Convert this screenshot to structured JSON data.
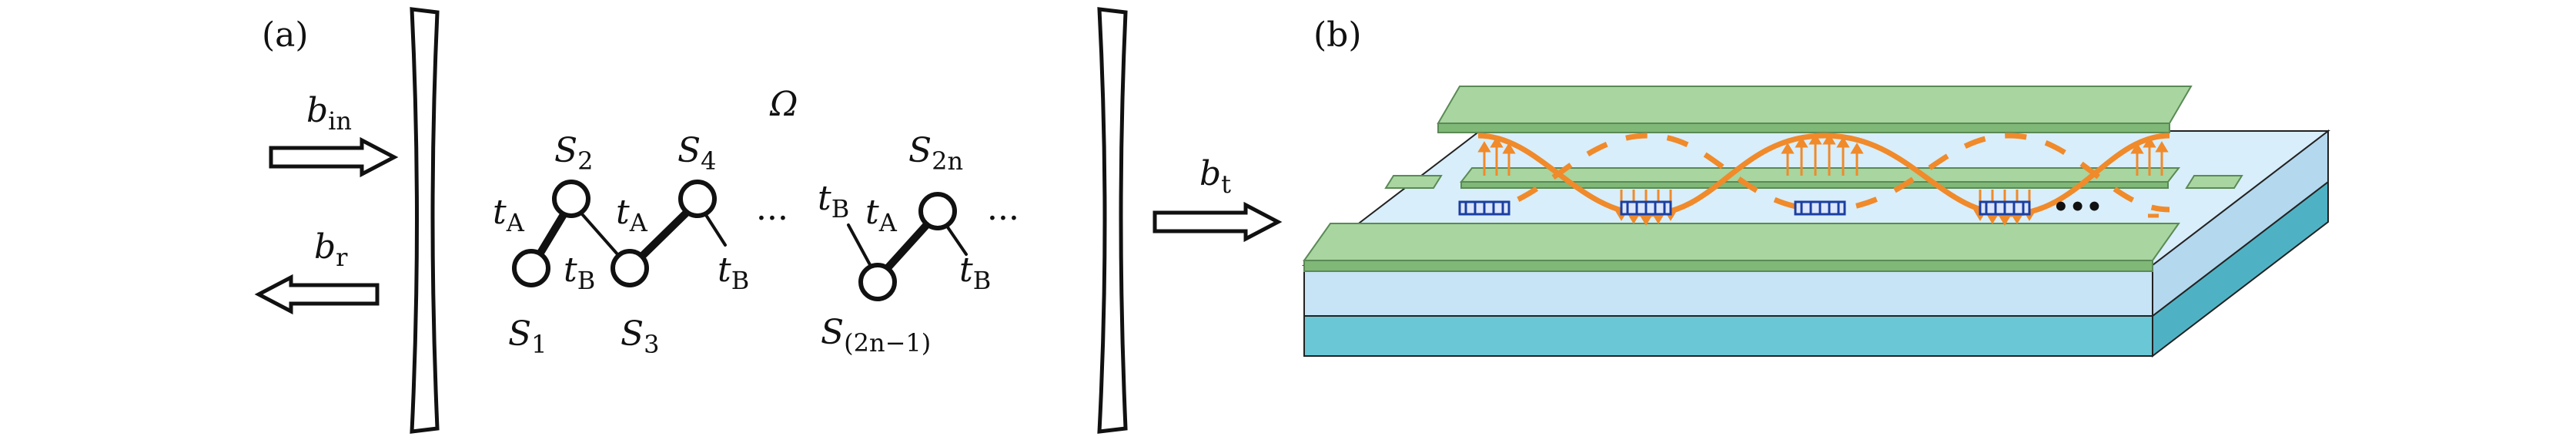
{
  "figure": {
    "panel_a": {
      "label": "(a)",
      "omega": "Ω",
      "inputs": {
        "b_in": {
          "base": "b",
          "sub": "in"
        },
        "b_r": {
          "base": "b",
          "sub": "r"
        },
        "b_t": {
          "base": "b",
          "sub": "t"
        }
      },
      "sites": [
        {
          "base": "S",
          "sub": "1"
        },
        {
          "base": "S",
          "sub": "2"
        },
        {
          "base": "S",
          "sub": "3"
        },
        {
          "base": "S",
          "sub": "4"
        },
        {
          "base": "S",
          "sub": "(2n−1)"
        },
        {
          "base": "S",
          "sub": "2n"
        }
      ],
      "couplings": {
        "tA": {
          "base": "t",
          "sub": "A"
        },
        "tB": {
          "base": "t",
          "sub": "B"
        }
      },
      "ellipsis": "···"
    },
    "panel_b": {
      "label": "(b)",
      "ellipsis": "•••",
      "colors": {
        "electrode": "#a8d5a0",
        "electrode_edge": "#5a8a55",
        "layer_top": "#c6e4f5",
        "layer_bottom": "#6ac7d6",
        "wave": "#f08a2a",
        "qubit": "#1b3fa0"
      }
    }
  }
}
